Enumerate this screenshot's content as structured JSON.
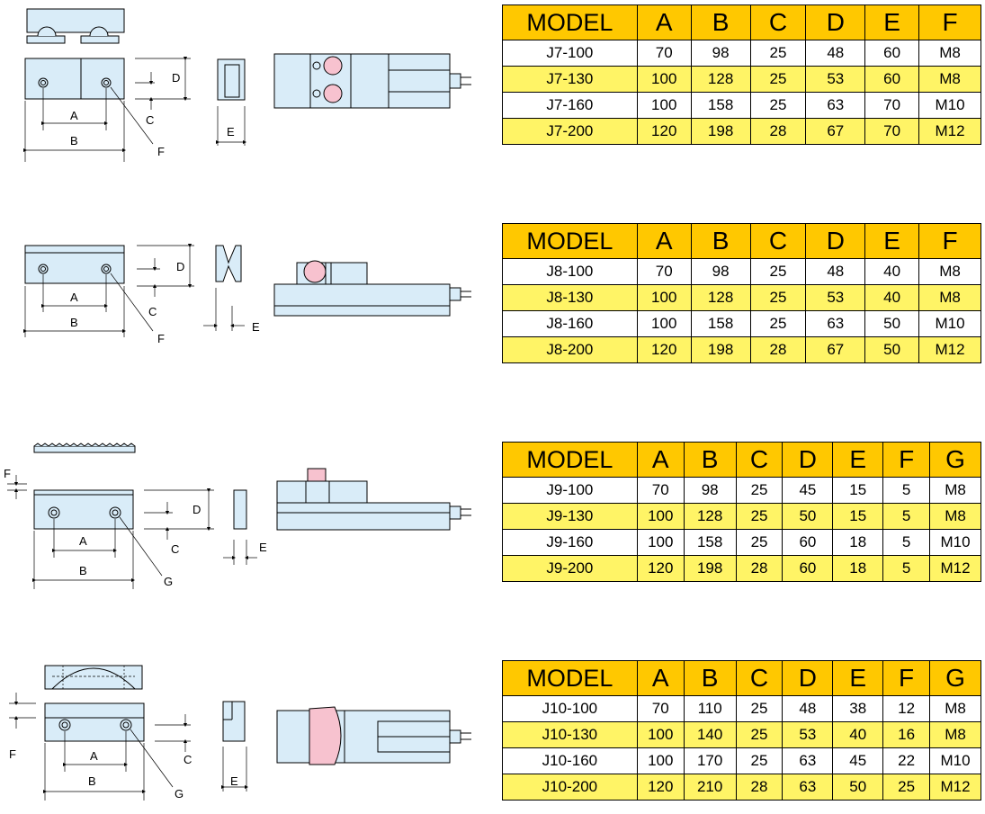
{
  "colors": {
    "header": "#ffc800",
    "row_alt": "#fff466",
    "part": "#d9ecf8",
    "pink": "#f7c2cf"
  },
  "labels": {
    "a": "A",
    "b": "B",
    "c": "C",
    "d": "D",
    "e": "E",
    "f": "F",
    "g": "G"
  },
  "tables": [
    {
      "headers": [
        "MODEL",
        "A",
        "B",
        "C",
        "D",
        "E",
        "F"
      ],
      "rows": [
        [
          "J7-100",
          "70",
          "98",
          "25",
          "48",
          "60",
          "M8"
        ],
        [
          "J7-130",
          "100",
          "128",
          "25",
          "53",
          "60",
          "M8"
        ],
        [
          "J7-160",
          "100",
          "158",
          "25",
          "63",
          "70",
          "M10"
        ],
        [
          "J7-200",
          "120",
          "198",
          "28",
          "67",
          "70",
          "M12"
        ]
      ]
    },
    {
      "headers": [
        "MODEL",
        "A",
        "B",
        "C",
        "D",
        "E",
        "F"
      ],
      "rows": [
        [
          "J8-100",
          "70",
          "98",
          "25",
          "48",
          "40",
          "M8"
        ],
        [
          "J8-130",
          "100",
          "128",
          "25",
          "53",
          "40",
          "M8"
        ],
        [
          "J8-160",
          "100",
          "158",
          "25",
          "63",
          "50",
          "M10"
        ],
        [
          "J8-200",
          "120",
          "198",
          "28",
          "67",
          "50",
          "M12"
        ]
      ]
    },
    {
      "headers": [
        "MODEL",
        "A",
        "B",
        "C",
        "D",
        "E",
        "F",
        "G"
      ],
      "rows": [
        [
          "J9-100",
          "70",
          "98",
          "25",
          "45",
          "15",
          "5",
          "M8"
        ],
        [
          "J9-130",
          "100",
          "128",
          "25",
          "50",
          "15",
          "5",
          "M8"
        ],
        [
          "J9-160",
          "100",
          "158",
          "25",
          "60",
          "18",
          "5",
          "M10"
        ],
        [
          "J9-200",
          "120",
          "198",
          "28",
          "60",
          "18",
          "5",
          "M12"
        ]
      ]
    },
    {
      "headers": [
        "MODEL",
        "A",
        "B",
        "C",
        "D",
        "E",
        "F",
        "G"
      ],
      "rows": [
        [
          "J10-100",
          "70",
          "110",
          "25",
          "48",
          "38",
          "12",
          "M8"
        ],
        [
          "J10-130",
          "100",
          "140",
          "25",
          "53",
          "40",
          "16",
          "M8"
        ],
        [
          "J10-160",
          "100",
          "170",
          "25",
          "63",
          "45",
          "22",
          "M10"
        ],
        [
          "J10-200",
          "120",
          "210",
          "28",
          "63",
          "50",
          "25",
          "M12"
        ]
      ]
    }
  ]
}
